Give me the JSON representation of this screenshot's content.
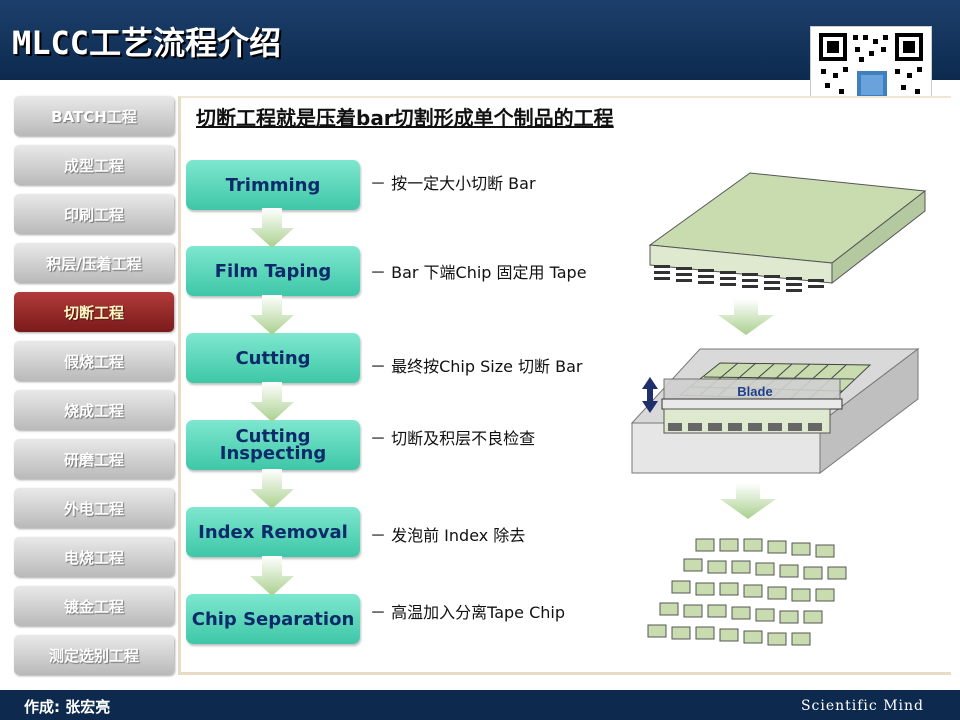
{
  "header": {
    "title": "MLCC工艺流程介绍"
  },
  "footer": {
    "author": "作成: 张宏亮",
    "brand": "Scientific Mind"
  },
  "sidebar": {
    "items": [
      {
        "label": "BATCH工程",
        "active": false
      },
      {
        "label": "成型工程",
        "active": false
      },
      {
        "label": "印刷工程",
        "active": false
      },
      {
        "label": "积层/压着工程",
        "active": false
      },
      {
        "label": "切断工程",
        "active": true
      },
      {
        "label": "假烧工程",
        "active": false
      },
      {
        "label": "烧成工程",
        "active": false
      },
      {
        "label": "研磨工程",
        "active": false
      },
      {
        "label": "外电工程",
        "active": false
      },
      {
        "label": "电烧工程",
        "active": false
      },
      {
        "label": "镀金工程",
        "active": false
      },
      {
        "label": "测定选别工程",
        "active": false
      }
    ]
  },
  "main": {
    "subtitle": "切断工程就是压着bar切割形成单个制品的工程",
    "steps": [
      {
        "label": "Trimming",
        "desc": "－ 按一定大小切断 Bar"
      },
      {
        "label": "Film Taping",
        "desc": "－ Bar 下端Chip 固定用 Tape"
      },
      {
        "label": "Cutting",
        "desc": "－ 最终按Chip Size 切断 Bar"
      },
      {
        "label": "Cutting Inspecting",
        "desc": "－ 切断及积层不良检查"
      },
      {
        "label": "Index Removal",
        "desc": "－ 发泡前 Index 除去"
      },
      {
        "label": "Chip Separation",
        "desc": "－ 高温加入分离Tape Chip"
      }
    ],
    "diagram": {
      "blade_label": "Blade"
    }
  },
  "colors": {
    "header_bg": "#0d2a4e",
    "step_bg": "#5fd8bb",
    "active_item": "#9b2a2a",
    "diagram_green": "#c8dcb0"
  }
}
